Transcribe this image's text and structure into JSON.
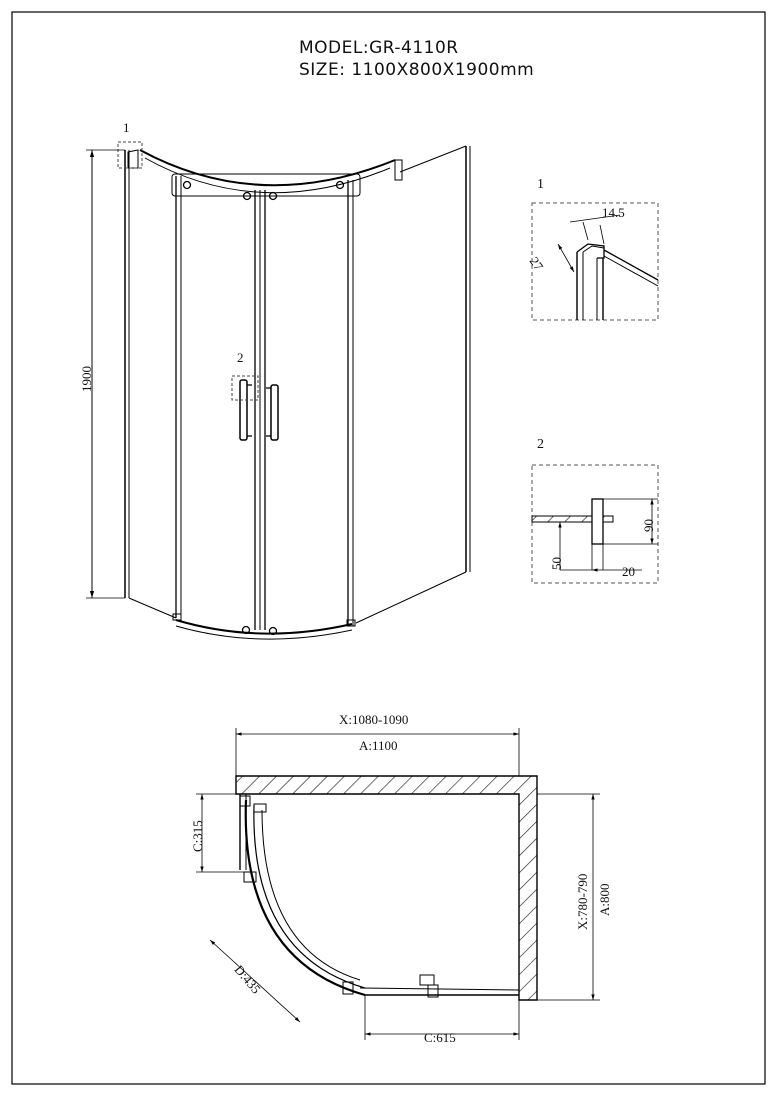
{
  "header": {
    "model_line": "MODEL:GR-4110R",
    "size_line": "SIZE: 1100X800X1900mm"
  },
  "front_view": {
    "height_dim": "1900",
    "detail_1_marker": "1",
    "detail_2_marker": "2"
  },
  "detail_1": {
    "label": "1",
    "dim_top": "14.5",
    "dim_side": "27"
  },
  "detail_2": {
    "label": "2",
    "dim_height": "90",
    "dim_left": "50",
    "dim_right": "20"
  },
  "plan_view": {
    "x_width": "X:1080-1090",
    "a_width": "A:1100",
    "x_depth": "X:780-790",
    "a_depth": "A:800",
    "c_left": "C:315",
    "c_bottom": "C:615",
    "d_diag": "D:435"
  },
  "colors": {
    "line": "#000000",
    "dashed": "#444444",
    "hatch": "#222222"
  }
}
